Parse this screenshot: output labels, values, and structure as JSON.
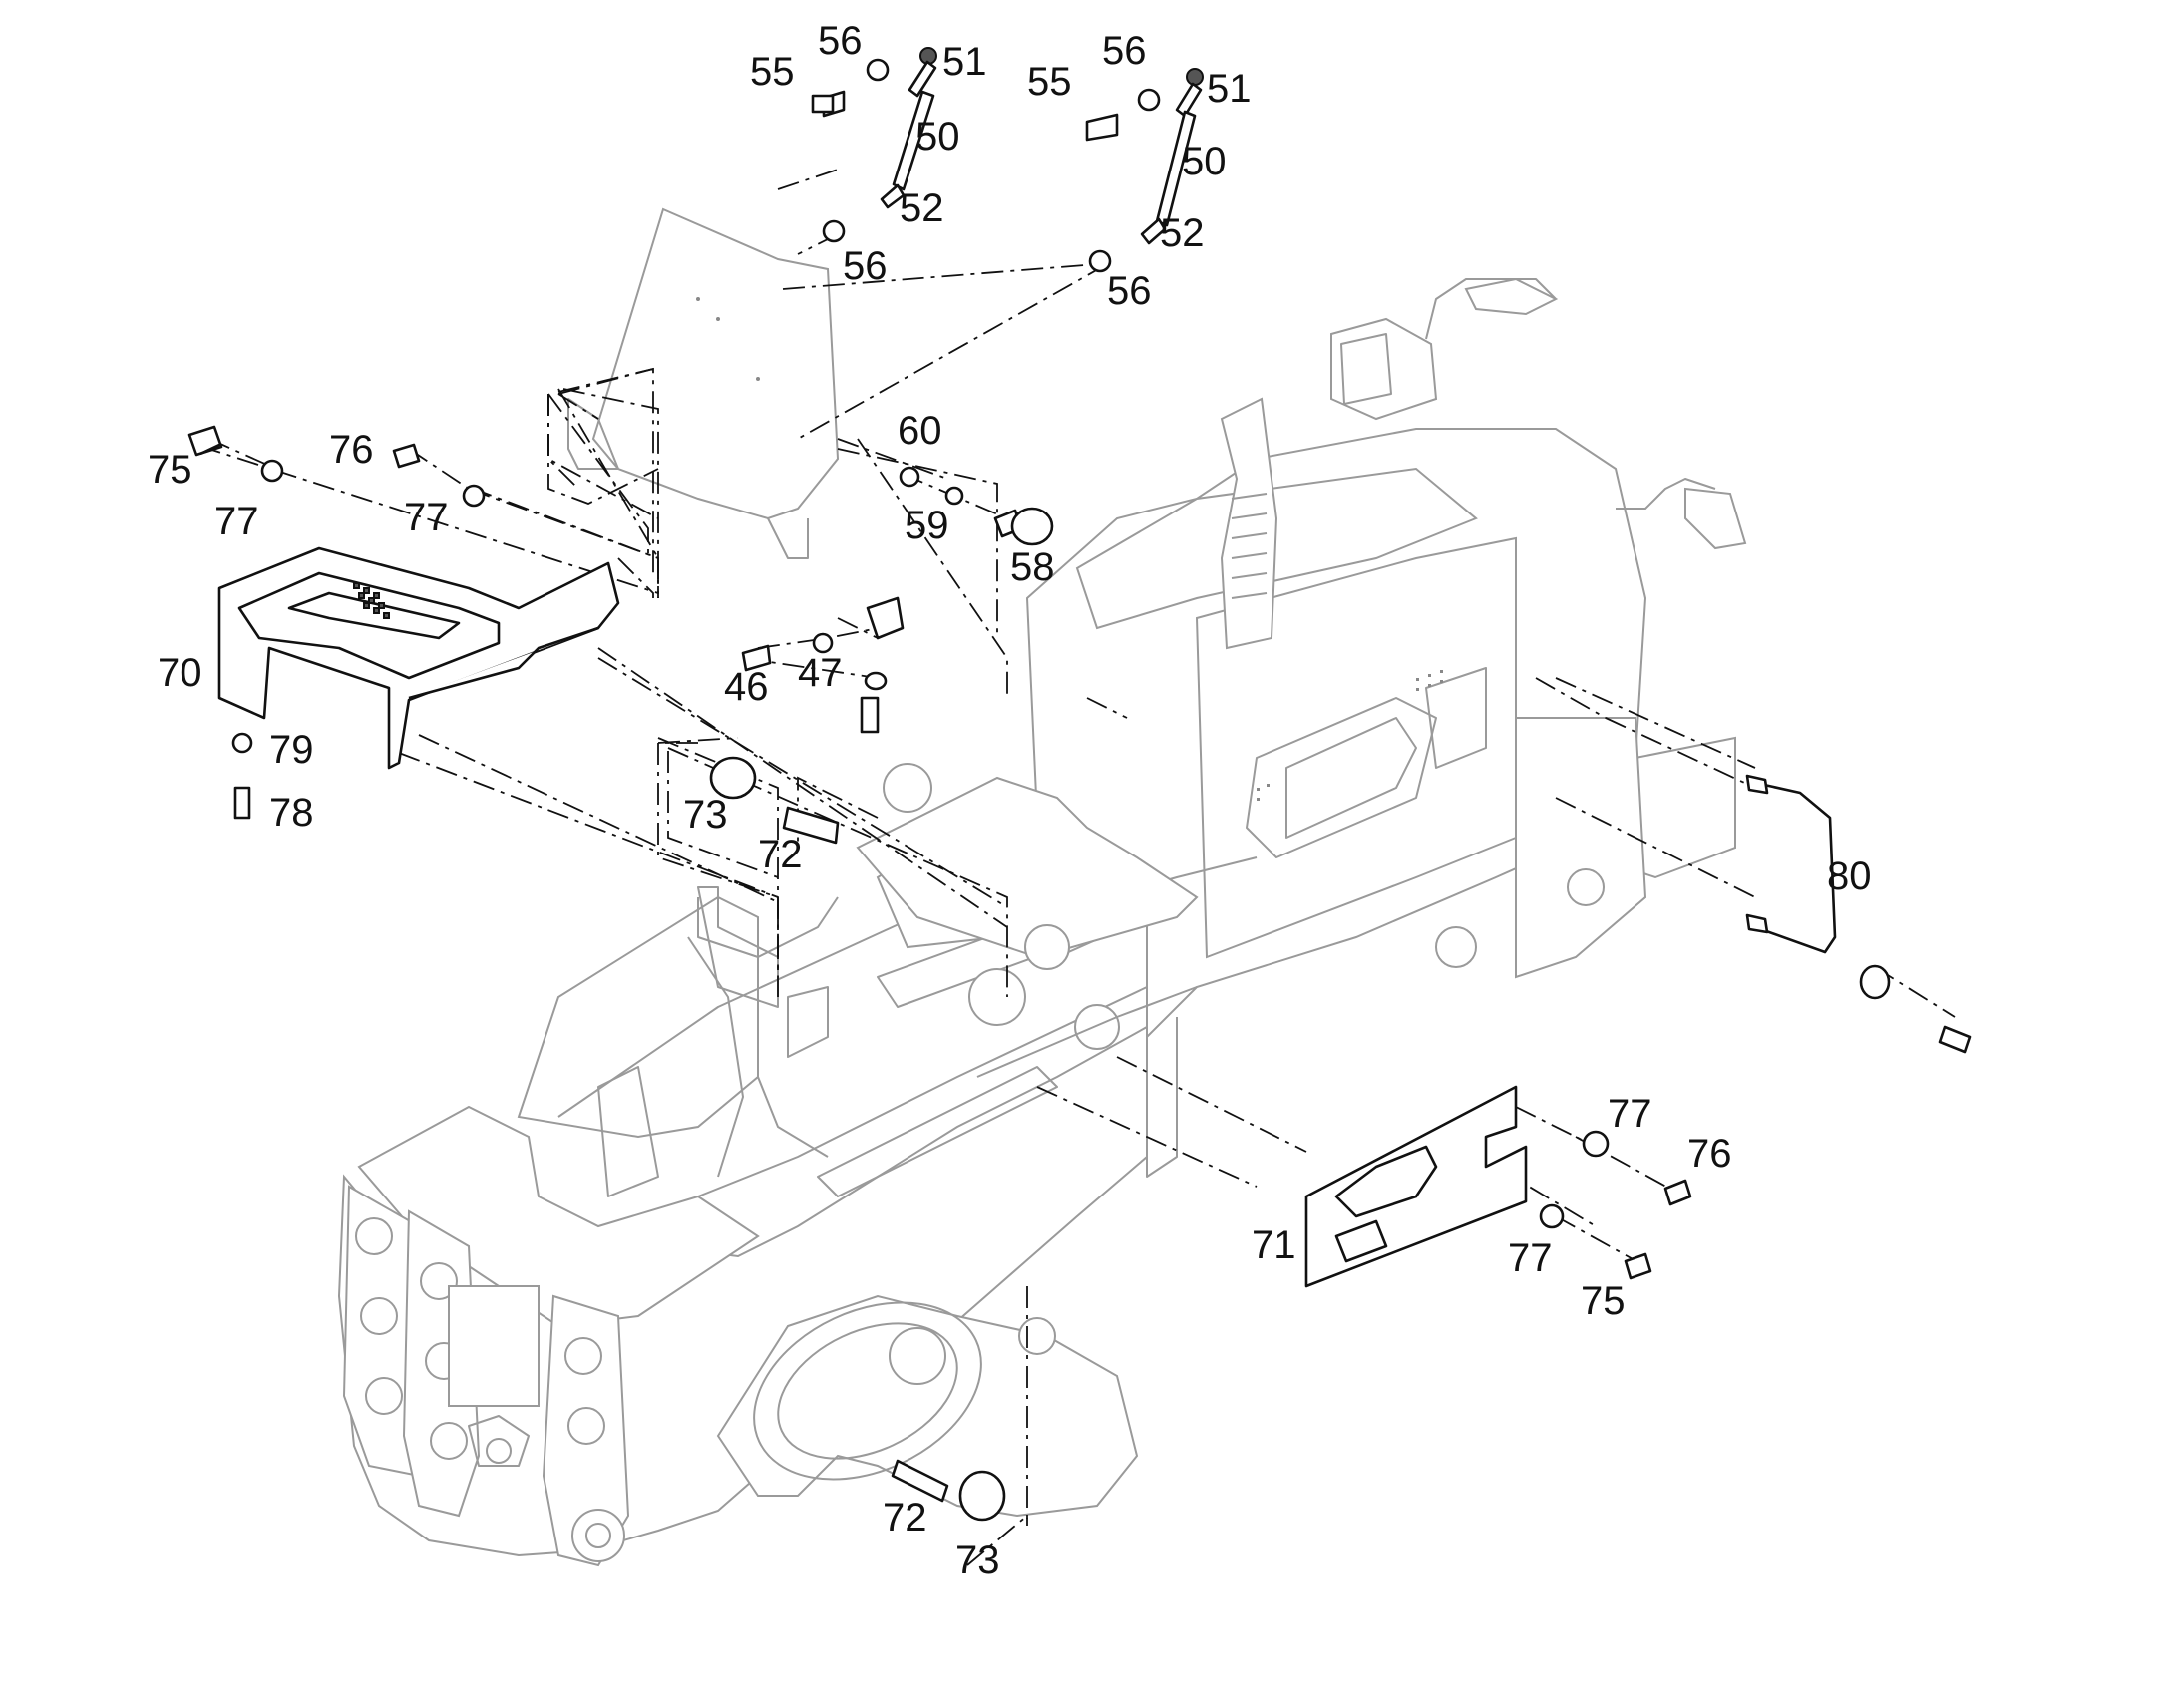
{
  "callouts": [
    {
      "text": "56"
    },
    {
      "text": "51"
    },
    {
      "text": "55"
    },
    {
      "text": "50"
    },
    {
      "text": "52"
    },
    {
      "text": "56"
    },
    {
      "text": "56"
    },
    {
      "text": "51"
    },
    {
      "text": "55"
    },
    {
      "text": "50"
    },
    {
      "text": "52"
    },
    {
      "text": "56"
    },
    {
      "text": "60"
    },
    {
      "text": "59"
    },
    {
      "text": "58"
    },
    {
      "text": "75"
    },
    {
      "text": "77"
    },
    {
      "text": "76"
    },
    {
      "text": "77"
    },
    {
      "text": "70"
    },
    {
      "text": "79"
    },
    {
      "text": "78"
    },
    {
      "text": "46"
    },
    {
      "text": "47"
    },
    {
      "text": "73"
    },
    {
      "text": "72"
    },
    {
      "text": "80"
    },
    {
      "text": "77"
    },
    {
      "text": "76"
    },
    {
      "text": "71"
    },
    {
      "text": "77"
    },
    {
      "text": "75"
    },
    {
      "text": "72"
    },
    {
      "text": "73"
    }
  ]
}
